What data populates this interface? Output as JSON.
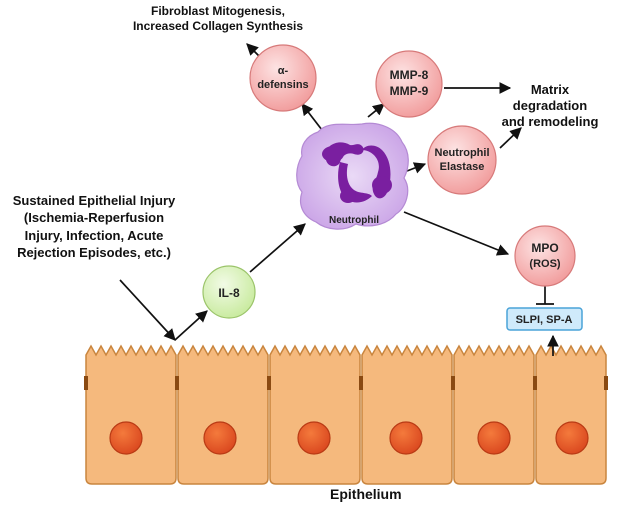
{
  "injury": {
    "line1": "Sustained Epithelial Injury",
    "line2": "(Ischemia-Reperfusion",
    "line3": "Injury, Infection, Acute",
    "line4": "Rejection Episodes, etc.)"
  },
  "fibroblast": {
    "line1": "Fibroblast Mitogenesis,",
    "line2": "Increased Collagen Synthesis"
  },
  "matrix": {
    "line1": "Matrix",
    "line2": "degradation",
    "line3": "and remodeling"
  },
  "nodes": {
    "il8": "IL-8",
    "defensins_1": "α-",
    "defensins_2": "defensins",
    "mmp_1": "MMP-8",
    "mmp_2": "MMP-9",
    "elastase_1": "Neutrophil",
    "elastase_2": "Elastase",
    "mpo_1": "MPO",
    "mpo_2": "(ROS)",
    "neutrophil": "Neutrophil",
    "slpi": "SLPI, SP-A"
  },
  "epithelium_label": "Epithelium",
  "colors": {
    "cell_fill": "#f5b97d",
    "cell_stroke": "#c9853e",
    "nucleus": "#e8562a",
    "pink_node": "#f6a9a9",
    "green_node": "#d9f2b5",
    "neutrophil_body": "#d8b6ec",
    "neutrophil_nucleus": "#7a1fa0",
    "slpi_box": "#cfeafb",
    "slpi_border": "#4aa3d8"
  }
}
